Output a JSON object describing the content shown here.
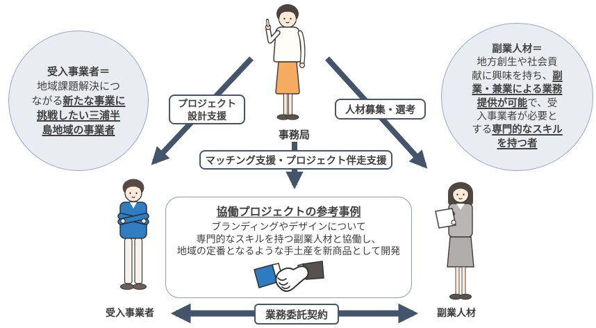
{
  "top_actor": {
    "label": "事務局"
  },
  "left_actor": {
    "label": "受入事業者"
  },
  "right_actor": {
    "label": "副業人材"
  },
  "support_labels": {
    "project_design_line1": "プロジェクト",
    "project_design_line2": "設計支援",
    "recruitment": "人材募集・選考",
    "matching": "マッチング支援・プロジェクト伴走支援",
    "contract": "業務委託契約"
  },
  "left_circle": {
    "line1": "受入事業者＝",
    "line2": "地域課題解決につ",
    "line3_normal": "ながる",
    "line3_em": "新たな事業に",
    "line4_em": "挑戦したい三浦半",
    "line5_em": "島地域の事業者"
  },
  "right_circle": {
    "line1": "副業人材＝",
    "line2": "地方創生や社会貢",
    "line3_normal": "献に興味を持ち、",
    "line3_em": "副",
    "line4_em": "業・兼業による業務",
    "line5_em": "提供が可能",
    "line5_normal": "で、受",
    "line6": "入事業者が必要と",
    "line7_normal": "する",
    "line7_em": "専門的なスキル",
    "line8_em": "を持つ者"
  },
  "case_box": {
    "title": "協働プロジェクトの参考事例",
    "line1": "ブランディングやデザインについて",
    "line2": "専門的なスキルを持つ副業人材と協働し、",
    "line3": "地域の定番となるような手土産を新商品として開発"
  },
  "icons": [
    "secretariat-person-illustration",
    "host-business-person-illustration",
    "side-job-talent-person-illustration",
    "handshake-icon"
  ],
  "colors": {
    "arrow": "#44546a",
    "label_border": "#44546a",
    "circle_fill": "#e9ecf1",
    "circle_border": "#8fa9cd",
    "case_box_border": "#8b9cb8",
    "text": "#3f3f3f",
    "skirt_orange": "#f5ac60",
    "jacket_blue": "#2e7ec1",
    "suit_gray": "#b9b6b5",
    "handshake_sleeve_left": "#2e7bbf",
    "handshake_sleeve_right": "#57524e"
  }
}
